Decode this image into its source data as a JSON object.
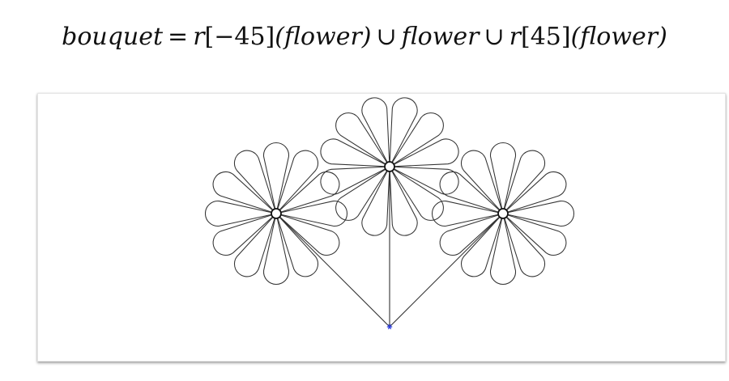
{
  "formula": {
    "lhs": "bouquet",
    "eq": "=",
    "t1_r": "r",
    "t1_arg": "[−45]",
    "t1_body": "(flower)",
    "union1": "∪",
    "t2": "flower",
    "union2": "∪",
    "t3_r": "r",
    "t3_arg": "[45]",
    "t3_body": "(flower)"
  },
  "diagram": {
    "rotations_deg": [
      -45,
      0,
      45
    ],
    "petals_per_flower": 12,
    "stroke_color": "#333333",
    "origin_color": "#2a3be0"
  }
}
